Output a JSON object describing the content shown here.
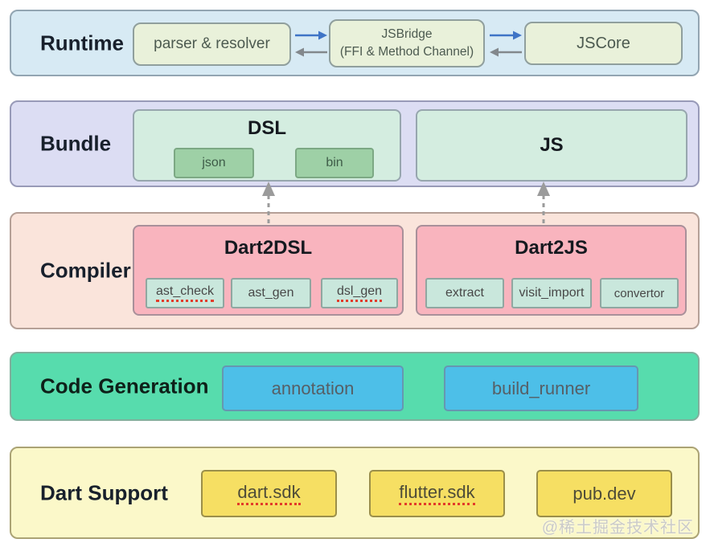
{
  "diagram": {
    "runtime": {
      "label": "Runtime",
      "parser_resolver": "parser & resolver",
      "jsbridge_title": "JSBridge",
      "jsbridge_subtitle": "(FFI & Method Channel)",
      "jscore": "JSCore"
    },
    "bundle": {
      "label": "Bundle",
      "dsl_title": "DSL",
      "dsl_items": [
        "json",
        "bin"
      ],
      "js_title": "JS"
    },
    "compiler": {
      "label": "Compiler",
      "dart2dsl_title": "Dart2DSL",
      "dart2dsl_items": [
        "ast_check",
        "ast_gen",
        "dsl_gen"
      ],
      "dart2js_title": "Dart2JS",
      "dart2js_items": [
        "extract",
        "visit_import",
        "convertor"
      ]
    },
    "code_generation": {
      "label": "Code Generation",
      "items": [
        "annotation",
        "build_runner"
      ]
    },
    "dart_support": {
      "label": "Dart Support",
      "items": [
        "dart.sdk",
        "flutter.sdk",
        "pub.dev"
      ]
    },
    "watermark": "@稀土掘金技术社区",
    "spellcheck_flagged": [
      "ast_check",
      "dsl_gen",
      "dart.sdk",
      "flutter.sdk"
    ],
    "icons": {
      "forward_arrow": "arrow-right-icon",
      "back_arrow": "arrow-left-icon",
      "compile_arrow": "arrow-up-dashed-icon"
    },
    "colors": {
      "runtime_bg": "#d7eaf4",
      "bundle_bg": "#dcddf3",
      "compiler_bg": "#fae4db",
      "codegen_bg": "#57dcad",
      "dart_support_bg": "#fbf8c9",
      "pale_green_box": "#e9f1da",
      "mint_box": "#d4ede0",
      "green_chip": "#9ed0a6",
      "pink_box": "#f9b4be",
      "mint_chip": "#c9e7dc",
      "blue_chip": "#4dbfe8",
      "yellow_chip": "#f6df63",
      "arrow_blue": "#3f74c6",
      "arrow_gray": "#83888c",
      "dashed_arrow_gray": "#9b9b9b",
      "spellcheck_red": "#e23b2a"
    }
  }
}
